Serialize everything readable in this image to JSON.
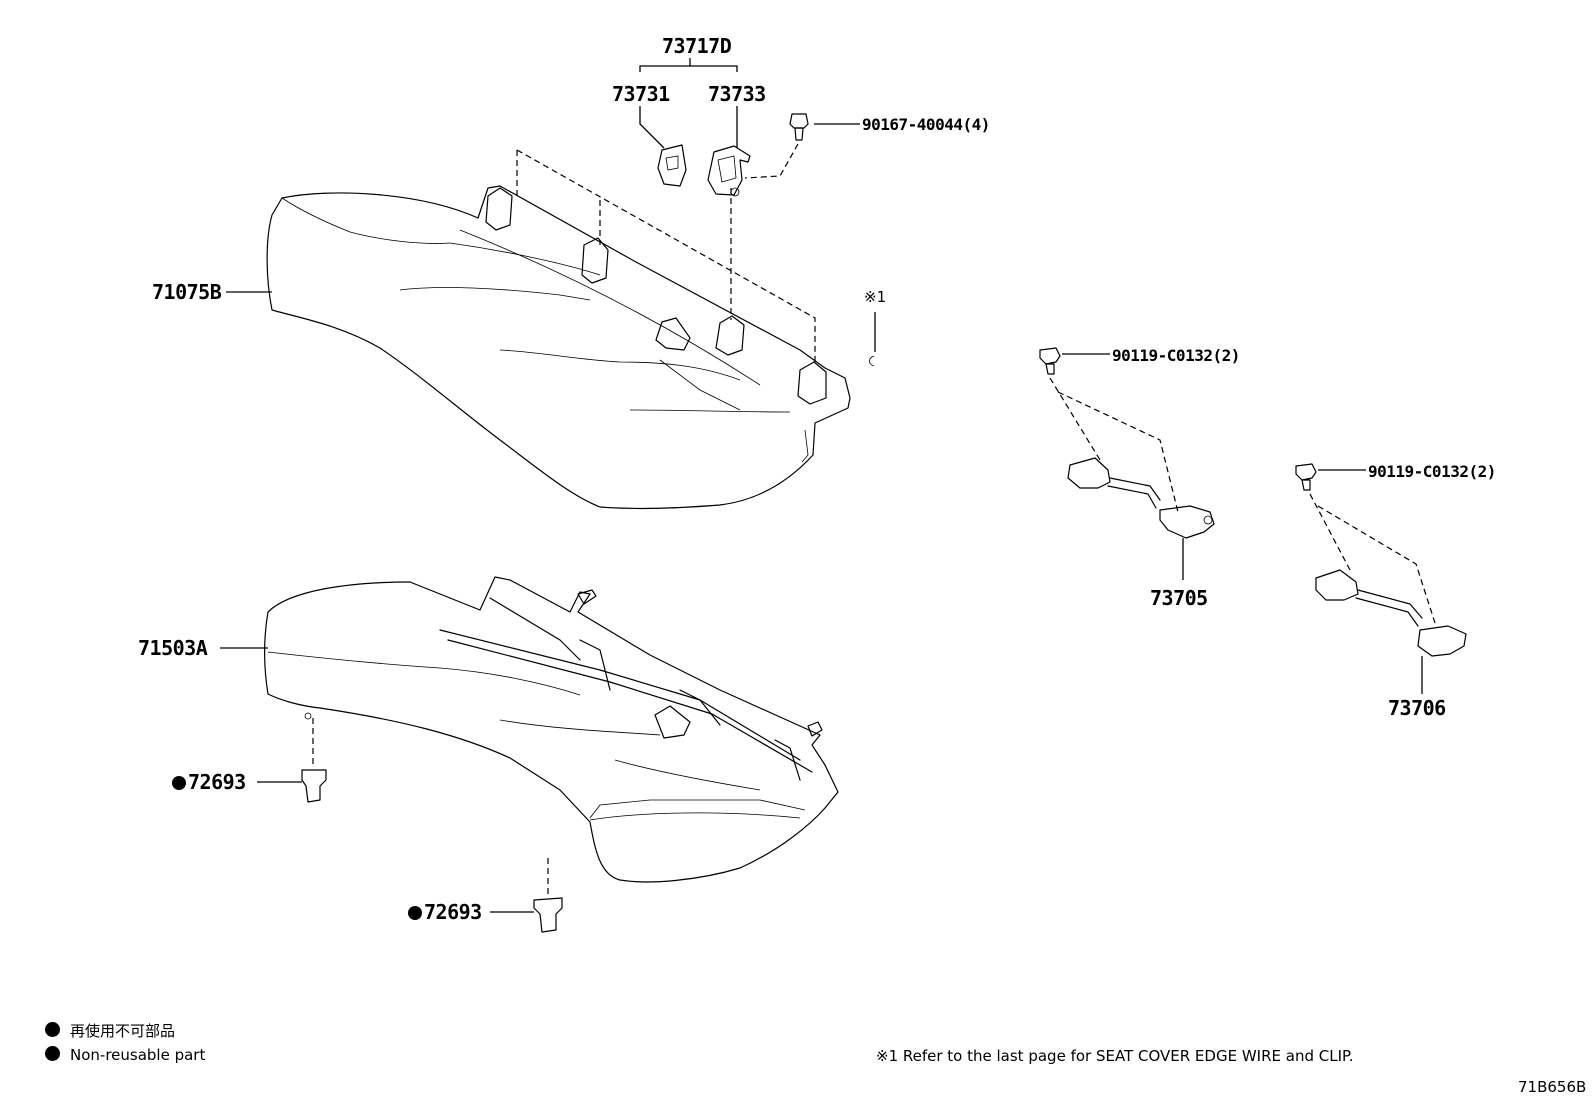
{
  "parts": {
    "p73717D": "73717D",
    "p73731": "73731",
    "p73733": "73733",
    "p90167": "90167-40044(4)",
    "p71075B": "71075B",
    "note_mark": "※1",
    "p90119_a": "90119-C0132(2)",
    "p90119_b": "90119-C0132(2)",
    "p73705": "73705",
    "p73706": "73706",
    "p71503A": "71503A",
    "p72693_a": "72693",
    "p72693_b": "72693"
  },
  "legend": {
    "jp": "再使用不可部品",
    "en": "Non-reusable part"
  },
  "footnote": "※1 Refer to the last page for SEAT COVER EDGE WIRE and CLIP.",
  "diagram_code": "71B656B",
  "icons": {
    "non_reusable_marker": "filled-circle-icon"
  }
}
